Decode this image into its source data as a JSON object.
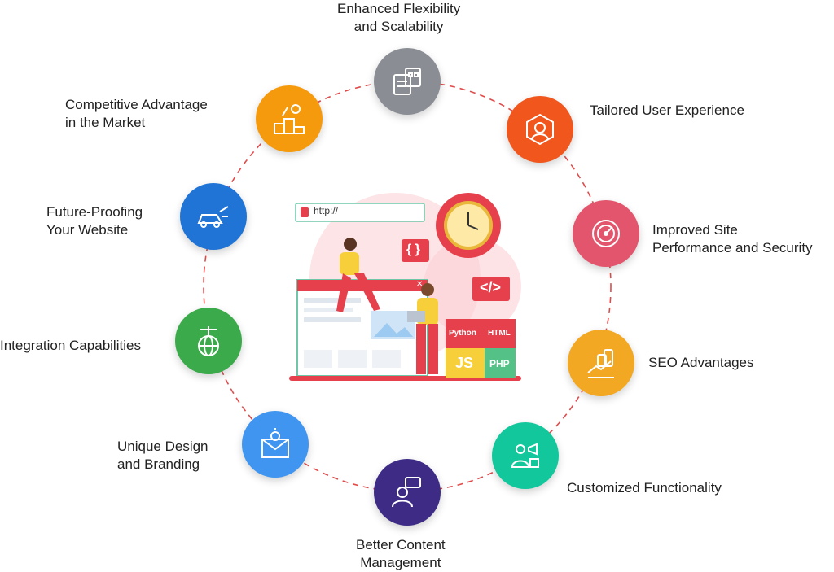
{
  "benefits": [
    {
      "id": "flex",
      "line1": "Enhanced Flexibility",
      "line2": "and Scalability",
      "color": "#8a8d94",
      "icon": "devices-icon"
    },
    {
      "id": "ux",
      "line1": "Tailored User Experience",
      "line2": "",
      "color": "#f1561c",
      "icon": "user-network-icon"
    },
    {
      "id": "perf",
      "line1": "Improved Site",
      "line2": "Performance and Security",
      "color": "#e2556d",
      "icon": "speedometer-icon"
    },
    {
      "id": "seo",
      "line1": "SEO Advantages",
      "line2": "",
      "color": "#f3a823",
      "icon": "growth-hand-icon"
    },
    {
      "id": "func",
      "line1": "Customized Functionality",
      "line2": "",
      "color": "#12c79b",
      "icon": "megaphone-user-icon"
    },
    {
      "id": "cms",
      "line1": "Better Content",
      "line2": "Management",
      "color": "#3d2b86",
      "icon": "person-chat-icon"
    },
    {
      "id": "design",
      "line1": "Unique Design",
      "line2": "and Branding",
      "color": "#3f95ef",
      "icon": "envelope-bulb-icon"
    },
    {
      "id": "integ",
      "line1": "Integration Capabilities",
      "line2": "",
      "color": "#3aaa4b",
      "icon": "globe-network-icon"
    },
    {
      "id": "future",
      "line1": "Future-Proofing",
      "line2": "Your Website",
      "color": "#1f74d6",
      "icon": "circuit-car-icon"
    },
    {
      "id": "comp",
      "line1": "Competitive Advantage",
      "line2": "in the Market",
      "color": "#f59a0d",
      "icon": "podium-climber-icon"
    }
  ],
  "illustration": {
    "url_text": "http://",
    "braces_text": "{ }",
    "code_tag_text": "</>",
    "close_text": "✕",
    "puzzle_python": "Python",
    "puzzle_html": "HTML",
    "puzzle_js": "JS",
    "puzzle_php": "PHP"
  }
}
